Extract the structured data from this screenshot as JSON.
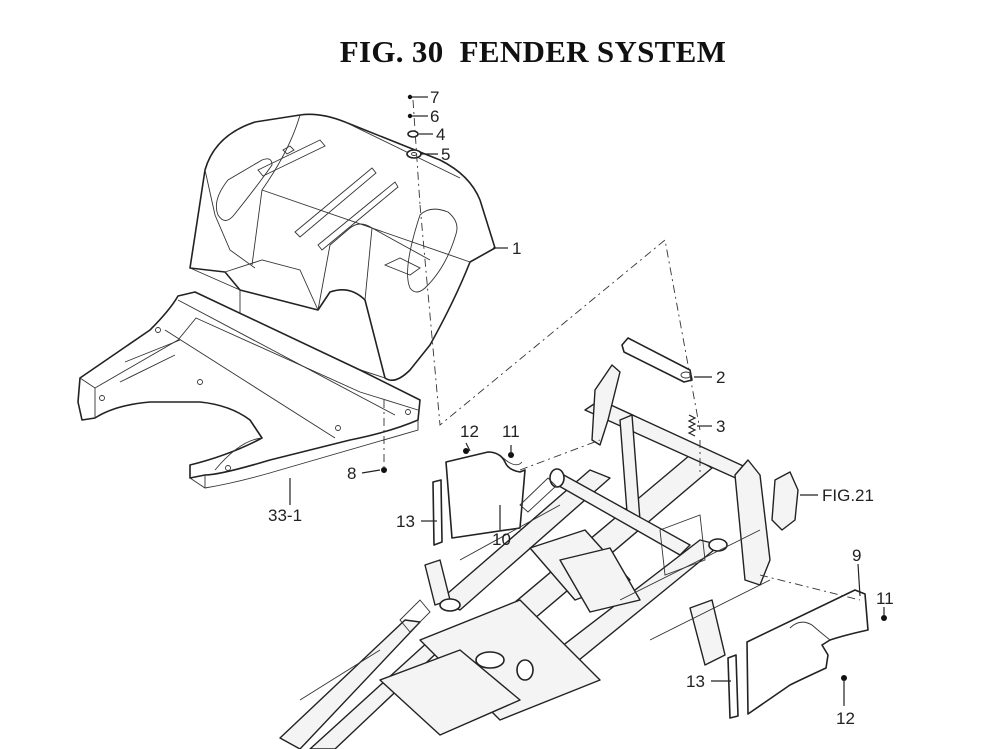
{
  "title": "FIG. 30  FENDER SYSTEM",
  "callouts": {
    "c1": "1",
    "c2": "2",
    "c3": "3",
    "c4": "4",
    "c5": "5",
    "c6": "6",
    "c7": "7",
    "c8": "8",
    "c9": "9",
    "c10": "10",
    "c11a": "11",
    "c11b": "11",
    "c12a": "12",
    "c12b": "12",
    "c13a": "13",
    "c13b": "13",
    "c33_1": "33-1",
    "fig21": "FIG.21"
  }
}
